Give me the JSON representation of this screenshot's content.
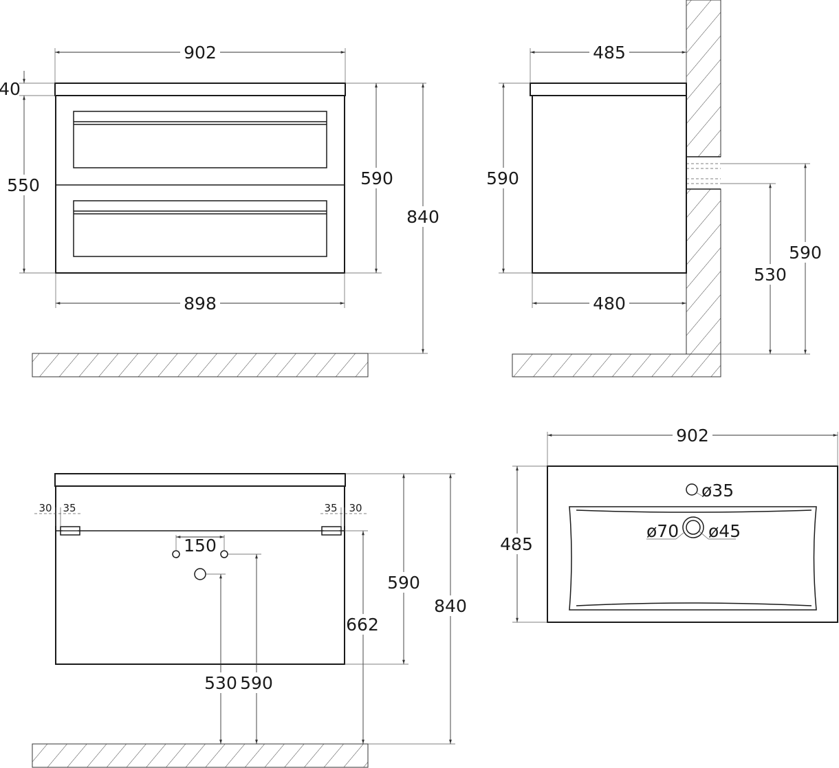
{
  "front_view": {
    "total_width": "902",
    "body_width": "898",
    "top_thickness": "40",
    "body_height": "550",
    "height_with_top": "590",
    "height_from_floor": "840"
  },
  "side_view": {
    "total_depth": "485",
    "body_depth": "480",
    "height": "590",
    "mount_height_1": "530",
    "mount_height_2": "590"
  },
  "rear_view": {
    "left_offset_1": "30",
    "left_offset_2": "35",
    "right_offset_1": "35",
    "right_offset_2": "30",
    "hole_spacing": "150",
    "drain_height": "530",
    "supply_height": "590",
    "cabinet_height": "590",
    "rail_height": "662",
    "total_height": "840"
  },
  "top_view": {
    "width": "902",
    "depth": "485",
    "tap_hole": "ø35",
    "drain_outer": "ø70",
    "drain_inner": "ø45"
  }
}
